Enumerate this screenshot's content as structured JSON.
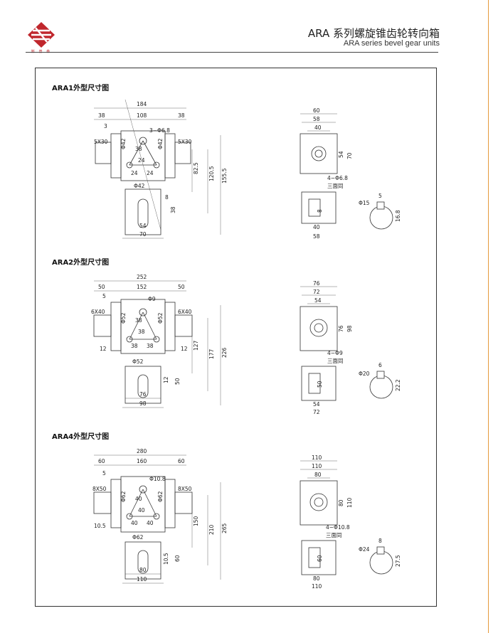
{
  "header": {
    "title_cn": "ARA 系列螺旋锥齿轮转向箱",
    "title_en": "ARA series bevel gear units",
    "logo_caption": "斯 普 森"
  },
  "brand_colors": {
    "logo_red": "#c0272d",
    "edge_orange": "#e59a3c"
  },
  "sections": [
    {
      "title": "ARA1外型尺寸图",
      "front": {
        "top_total": "184",
        "left_flange": "38",
        "center": "108",
        "right_flange": "38",
        "small_offset": "3",
        "holes": "3−Φ6.8",
        "left_key": "5X30",
        "right_key": "5X30",
        "bore_l": "Φ42",
        "bore_r": "Φ42",
        "diag_1": "38",
        "diag_2": "24",
        "half_l": "24",
        "half_r": "24",
        "h1": "82.5",
        "h2": "120.5",
        "h3": "155.5",
        "bore_low": "Φ42",
        "base_off": "8",
        "base_h": "38",
        "base_w1": "54",
        "base_w2": "70"
      },
      "side": {
        "w1": "60",
        "w2": "58",
        "w3": "40",
        "h_in": "54",
        "h_out": "70",
        "holes": "4−Φ6.8",
        "holes_note": "三面同",
        "bottom_inner": "40",
        "bottom_outer": "58",
        "key_text": "8"
      },
      "shaft": {
        "dia": "Φ15",
        "key": "5",
        "depth": "16.8"
      }
    },
    {
      "title": "ARA2外型尺寸图",
      "front": {
        "top_total": "252",
        "left_flange": "50",
        "center": "152",
        "right_flange": "50",
        "small_offset": "5",
        "holes": "Φ9",
        "left_key": "6X40",
        "right_key": "6X40",
        "bore_l": "Φ52",
        "bore_r": "Φ52",
        "diag_1": "38",
        "diag_2": "38",
        "half_l": "38",
        "half_r": "38",
        "side_l": "12",
        "side_r": "12",
        "h1": "127",
        "h2": "177",
        "h3": "226",
        "bore_low": "Φ52",
        "base_off": "12",
        "base_h": "50",
        "base_w1": "76",
        "base_w2": "98"
      },
      "side": {
        "w1": "76",
        "w2": "72",
        "w3": "54",
        "h_in": "76",
        "h_out": "98",
        "holes": "4−Φ9",
        "holes_note": "三面同",
        "bottom_inner": "54",
        "bottom_outer": "72",
        "key_text": "50"
      },
      "shaft": {
        "dia": "Φ20",
        "key": "6",
        "depth": "22.2"
      }
    },
    {
      "title": "ARA4外型尺寸图",
      "front": {
        "top_total": "280",
        "left_flange": "60",
        "center": "160",
        "right_flange": "60",
        "small_offset": "5",
        "holes": "Φ10.8",
        "left_key": "8X50",
        "right_key": "8X50",
        "bore_l": "Φ62",
        "bore_r": "Φ62",
        "diag_1": "40",
        "diag_2": "40",
        "half_l": "40",
        "half_r": "40",
        "side_l": "10.5",
        "side_r": "",
        "h1": "150",
        "h2": "210",
        "h3": "265",
        "bore_low": "Φ62",
        "base_off": "10.5",
        "base_h": "60",
        "base_w1": "80",
        "base_w2": "110"
      },
      "side": {
        "w1": "110",
        "w2": "110",
        "w3": "80",
        "h_in": "80",
        "h_out": "110",
        "holes": "4−Φ10.8",
        "holes_note": "三面同",
        "bottom_inner": "80",
        "bottom_outer": "110",
        "key_text": "60"
      },
      "shaft": {
        "dia": "Φ24",
        "key": "8",
        "depth": "27.5"
      }
    }
  ]
}
